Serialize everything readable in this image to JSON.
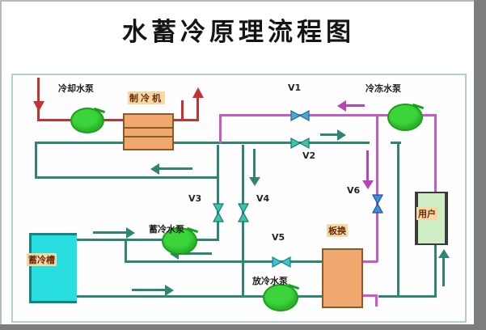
{
  "title": "水蓄冷原理流程图",
  "labels": {
    "cooling_pump": "冷却水泵",
    "chiller": "制冷机",
    "chilled_pump": "冷冻水泵",
    "storage_pump": "蓄冷水泵",
    "discharge_pump": "放冷水泵",
    "tank": "蓄冷槽",
    "plate_hx": "板换",
    "user": "用户"
  },
  "valves": {
    "v1": "V1",
    "v2": "V2",
    "v3": "V3",
    "v4": "V4",
    "v5": "V5",
    "v6": "V6"
  },
  "colors": {
    "chilled_supply_pipe": "#2f8573",
    "chilled_return_pipe": "#cb57cb",
    "cooling_water_pipe": "#c23434",
    "pump_fill": "#3bd43b",
    "equipment_fill": "#efa96e",
    "tank_fill": "#28dede",
    "user_fill": "#cfeec6",
    "label_highlight": "#f6d9a0"
  }
}
